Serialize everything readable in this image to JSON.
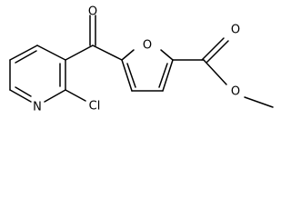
{
  "molecule": {
    "atoms": {
      "carbonyl_oxygen": "O",
      "furan_oxygen": "O",
      "ester_carbonyl_oxygen": "O",
      "ester_oxygen": "O",
      "pyridine_nitrogen": "N",
      "chlorine": "Cl"
    }
  }
}
